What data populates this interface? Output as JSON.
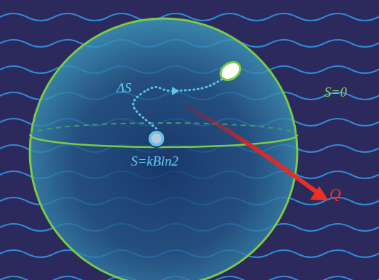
{
  "diagram": {
    "nodes": [
      {
        "text": [
          "S=kBln2"
        ]
      },
      {
        "text": [
          "S=0"
        ]
      }
    ],
    "edges": [
      {
        "from": 0,
        "to": 1,
        "arrow": "to",
        "label": "ΔS"
      }
    ],
    "labels": [
      "Q"
    ]
  }
}
